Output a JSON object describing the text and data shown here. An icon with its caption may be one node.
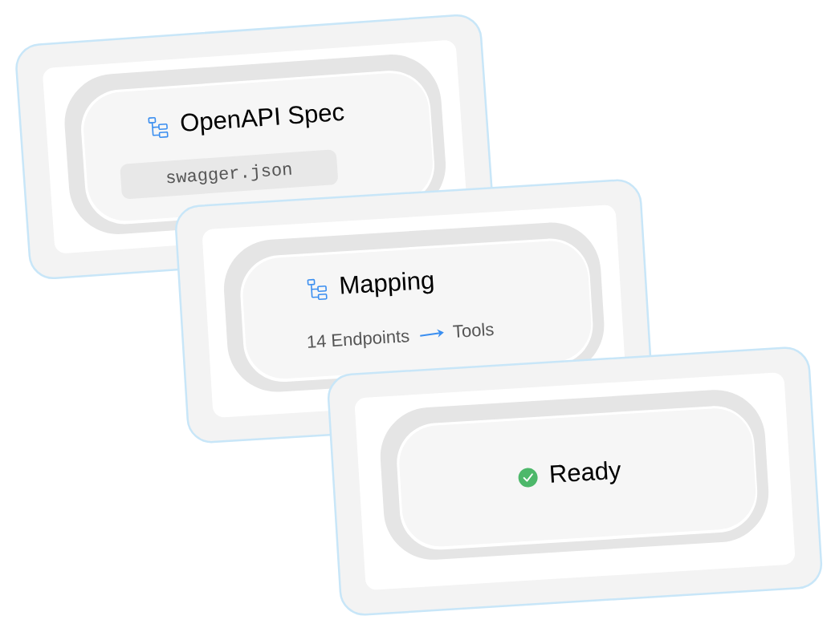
{
  "diagram": {
    "nodes": [
      {
        "text": [],
        "shape": "box"
      },
      {
        "text": [
          "OpenAPI Spec"
        ],
        "in": 0
      },
      {
        "text": [
          "swagger.json"
        ],
        "in": 1
      },
      {
        "text": [],
        "shape": "box"
      },
      {
        "text": [
          "Mapping"
        ],
        "in": 3
      },
      {
        "text": [
          "14 Endpoints"
        ],
        "in": 4
      },
      {
        "text": [
          "Tools"
        ],
        "in": 4
      },
      {
        "text": [],
        "shape": "box"
      },
      {
        "text": [
          "Ready"
        ],
        "in": 7
      }
    ],
    "edges": [
      {
        "from": 5,
        "to": 6,
        "arrow": "to"
      }
    ]
  }
}
